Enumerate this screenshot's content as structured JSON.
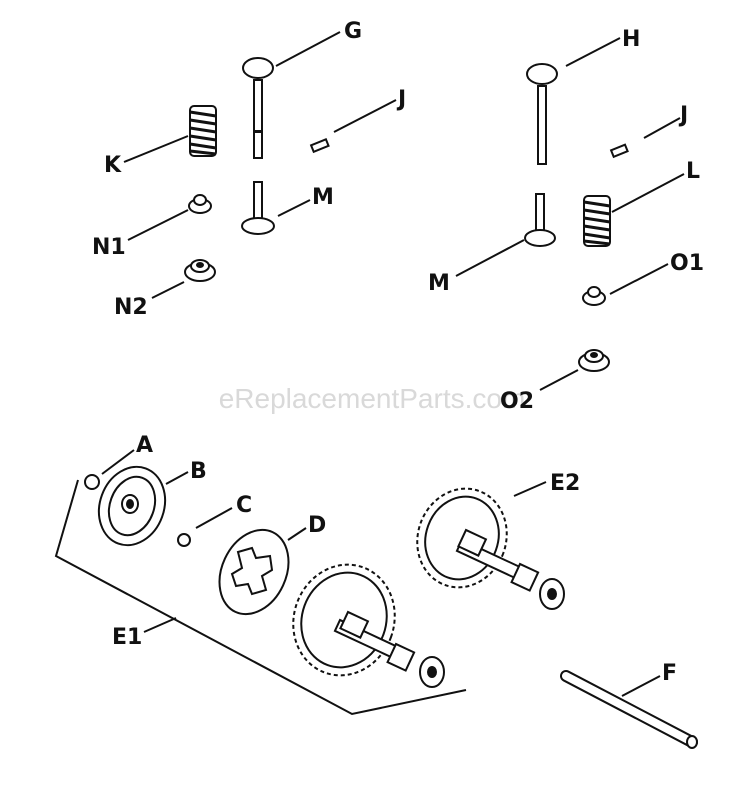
{
  "watermark": "eReplacementParts.com",
  "labels": {
    "A": "A",
    "B": "B",
    "C": "C",
    "D": "D",
    "E1": "E1",
    "E2": "E2",
    "F": "F",
    "G": "G",
    "H": "H",
    "J1": "J",
    "J2": "J",
    "K": "K",
    "L": "L",
    "M1": "M",
    "M2": "M",
    "N1": "N1",
    "N2": "N2",
    "O1": "O1",
    "O2": "O2"
  }
}
